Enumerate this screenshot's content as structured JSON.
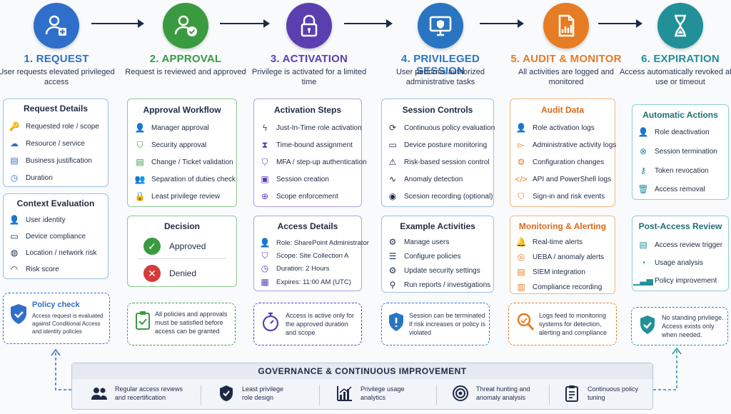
{
  "stages": [
    {
      "title": "1. REQUEST",
      "desc": "User requests elevated privileged access",
      "color": "#2f6fc9",
      "icon": "user-add-icon"
    },
    {
      "title": "2. APPROVAL",
      "desc": "Request is reviewed and approved",
      "color": "#3a9a3f",
      "icon": "user-check-icon"
    },
    {
      "title": "3. ACTIVATION",
      "desc": "Privilege is activated for a limited time",
      "color": "#5b3fb0",
      "icon": "lock-icon"
    },
    {
      "title": "4. PRIVILEGED SESSION",
      "desc": "User performs authorized administrative tasks",
      "color": "#2a75c2",
      "icon": "monitor-shield-icon"
    },
    {
      "title": "5. AUDIT & MONITOR",
      "desc": "All activities are logged and monitored",
      "color": "#e67c24",
      "icon": "report-icon"
    },
    {
      "title": "6. EXPIRATION",
      "desc": "Access automatically revoked after use or timeout",
      "color": "#229099",
      "icon": "hourglass-icon"
    }
  ],
  "request": {
    "details": {
      "title": "Request Details",
      "items": [
        "Requested role / scope",
        "Resource / service",
        "Business justification",
        "Duration"
      ]
    },
    "context": {
      "title": "Context Evaluation",
      "items": [
        "User identity",
        "Device compliance",
        "Location / network risk",
        "Risk score"
      ]
    },
    "note": {
      "title": "Policy check",
      "text": "Access request is evaluated against Conditional Access and identity policies"
    }
  },
  "approval": {
    "workflow": {
      "title": "Approval Workflow",
      "items": [
        "Manager approval",
        "Security approval",
        "Change / Ticket validation",
        "Separation of duties check",
        "Least privilege review"
      ]
    },
    "decision": {
      "title": "Decision",
      "approved": "Approved",
      "denied": "Denied"
    },
    "note": {
      "text": "All policies and approvals must be satisfied before access can be granted"
    }
  },
  "activation": {
    "steps": {
      "title": "Activation Steps",
      "items": [
        "Just-In-Time role activation",
        "Time-bound assignment",
        "MFA / step-up authentication",
        "Session creation",
        "Scope enforcement"
      ]
    },
    "details": {
      "title": "Access Details",
      "items": [
        "Role: SharePoint Administrator",
        "Scope: Site Collection A",
        "Duration: 2 Hours",
        "Expires: 11:00 AM (UTC)"
      ]
    },
    "note": {
      "text": "Access is active only for the approved duration and scope"
    }
  },
  "session": {
    "controls": {
      "title": "Session Controls",
      "items": [
        "Continuous policy evaluation",
        "Device posture monitoring",
        "Risk-based session control",
        "Anomaly detection",
        "Scesion recording (optional)"
      ]
    },
    "activities": {
      "title": "Example Activities",
      "items": [
        "Manage users",
        "Configure policies",
        "Update security settings",
        "Run reports / investigations"
      ]
    },
    "note": {
      "text": "Session can be terminated if risk increases or policy is violated"
    }
  },
  "audit": {
    "data": {
      "title": "Audit Data",
      "items": [
        "Role activation logs",
        "Administrative activity logs",
        "Configuration changes",
        "API and PowerShell logs",
        "Sign-in and risk events"
      ]
    },
    "monitoring": {
      "title": "Monitoring & Alerting",
      "items": [
        "Real-time alerts",
        "UEBA / anomaly alerts",
        "SIEM integration",
        "Compliance recording"
      ]
    },
    "note": {
      "text": "Logs feed to monitoring systems for detection, alerting and compliance"
    }
  },
  "expiration": {
    "actions": {
      "title": "Automatic Actions",
      "items": [
        "Role deactivation",
        "Session termination",
        "Token revocation",
        "Access removal"
      ]
    },
    "review": {
      "title": "Post-Access Review",
      "items": [
        "Access review trigger",
        "Usage analysis",
        "Policy improvement"
      ]
    },
    "note": {
      "text": "No standing privilege. Access exists only when needed."
    }
  },
  "governance": {
    "title": "GOVERNANCE & CONTINUOUS IMPROVEMENT",
    "items": [
      {
        "line1": "Regular access reviews",
        "line2": "and recertification",
        "icon": "people-icon"
      },
      {
        "line1": "Least privilege",
        "line2": "role design",
        "icon": "shield-check-icon"
      },
      {
        "line1": "Privilege usage",
        "line2": "analytics",
        "icon": "bar-chart-icon"
      },
      {
        "line1": "Threat hunting and",
        "line2": "anomaly analysis",
        "icon": "target-icon"
      },
      {
        "line1": "Continuous policy",
        "line2": "tuning",
        "icon": "clipboard-icon"
      }
    ]
  }
}
